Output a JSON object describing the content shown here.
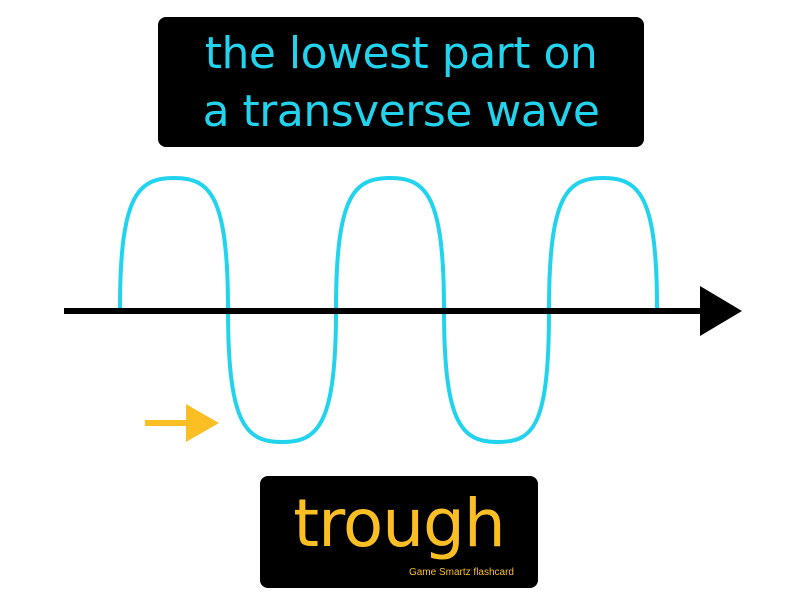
{
  "definition": {
    "line1": "the lowest part on",
    "line2": "a transverse wave"
  },
  "term": {
    "word": "trough"
  },
  "brand": {
    "label": "Game  Smartz  flashcard"
  },
  "colors": {
    "background": "#ffffff",
    "box": "#000000",
    "definition_text": "#22d3ee",
    "wave": "#22d3ee",
    "term_text": "#fbbf24",
    "pointer_arrow": "#fbbf24",
    "axis": "#000000"
  },
  "icons": {
    "axis_arrowhead": "arrow-right-icon",
    "pointer": "arrow-right-icon"
  }
}
